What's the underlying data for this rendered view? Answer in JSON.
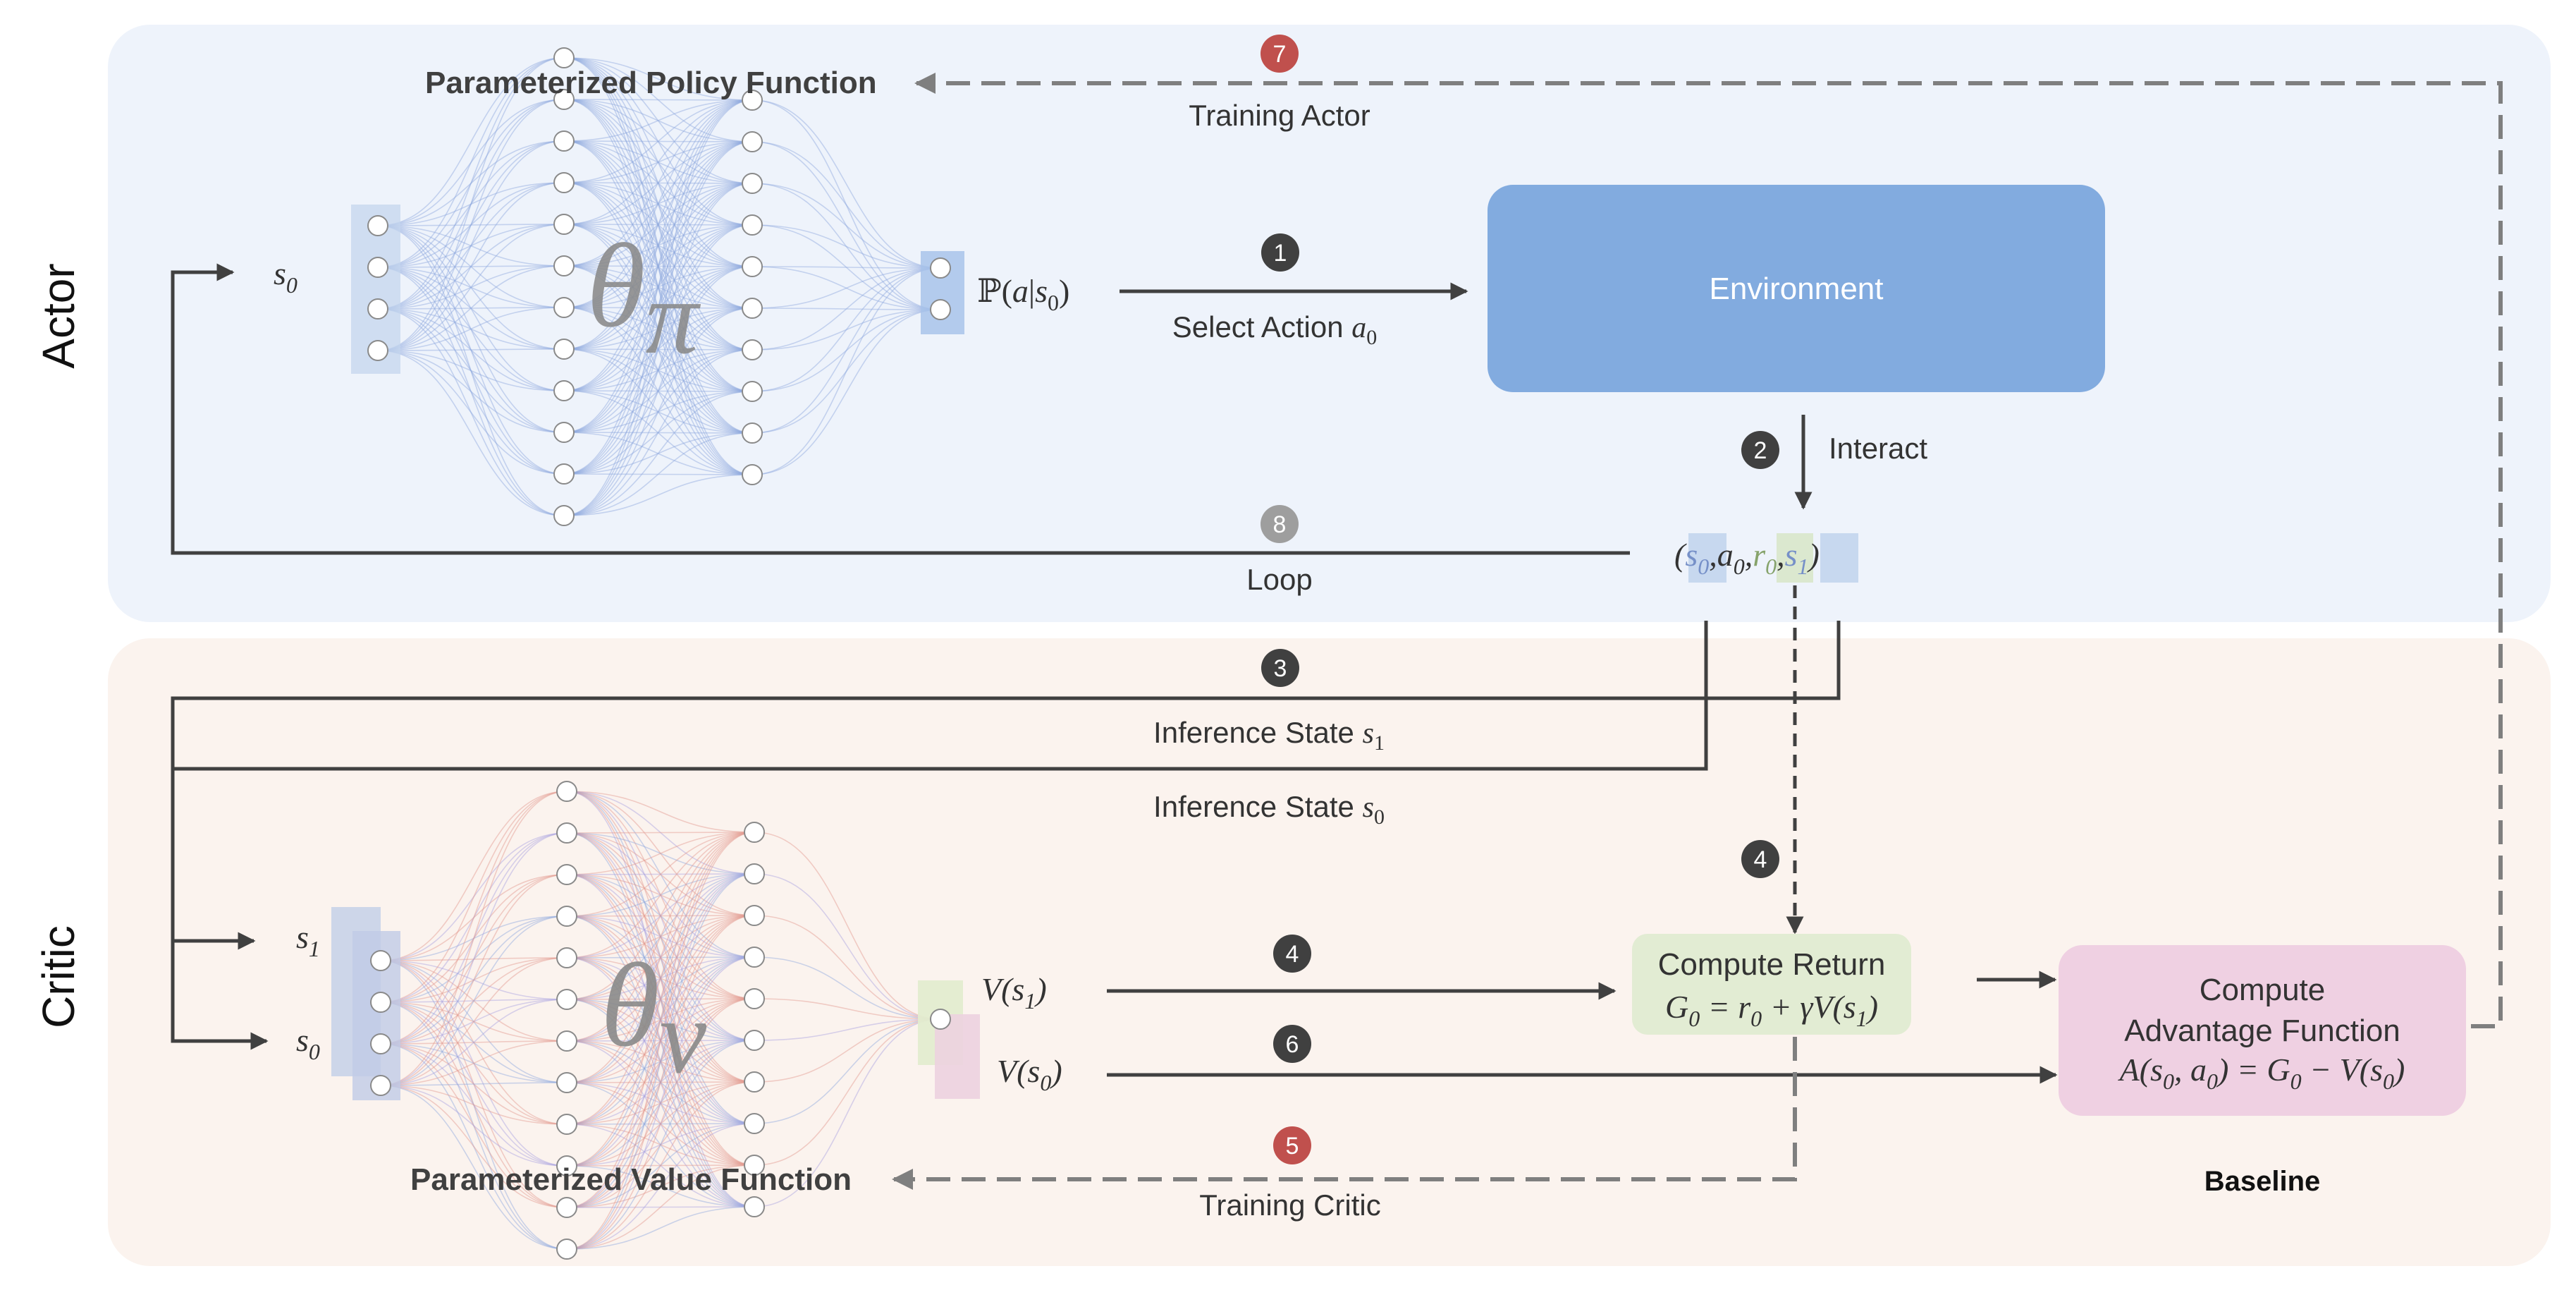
{
  "sections": {
    "actor": "Actor",
    "critic": "Critic"
  },
  "actor": {
    "policy_title": "Parameterized Policy Function",
    "theta_base": "θ",
    "theta_sub": "π",
    "input_state": {
      "base": "s",
      "sub": "0"
    },
    "output": {
      "prefix": "ℙ(",
      "a": "a",
      "bar": "|",
      "s": "s",
      "sub": "0",
      "suffix": ")"
    }
  },
  "environment": {
    "label": "Environment"
  },
  "steps": {
    "s1": {
      "num": "1",
      "label": "Select Action",
      "var": "a",
      "sub": "0"
    },
    "s2": {
      "num": "2",
      "label": "Interact"
    },
    "s3": {
      "num": "3",
      "label_top": "Inference State",
      "var_top": "s",
      "sub_top": "1",
      "label_bottom": "Inference State",
      "var_bottom": "s",
      "sub_bottom": "0"
    },
    "s4": {
      "num": "4"
    },
    "s5": {
      "num": "5",
      "label": "Training Critic"
    },
    "s6": {
      "num": "6"
    },
    "s7": {
      "num": "7",
      "label": "Training Actor"
    },
    "s8": {
      "num": "8",
      "label": "Loop"
    }
  },
  "tuple": {
    "open": "(",
    "comma": ",",
    "close": ")",
    "s0": {
      "base": "s",
      "sub": "0"
    },
    "a0": {
      "base": "a",
      "sub": "0"
    },
    "r0": {
      "base": "r",
      "sub": "0"
    },
    "s1": {
      "base": "s",
      "sub": "1"
    }
  },
  "critic": {
    "value_title": "Parameterized Value Function",
    "theta_base": "θ",
    "theta_sub": "v",
    "input_s1": {
      "base": "s",
      "sub": "1"
    },
    "input_s0": {
      "base": "s",
      "sub": "0"
    },
    "v_s1": {
      "pre": "V(",
      "s": "s",
      "sub": "1",
      "post": ")"
    },
    "v_s0": {
      "pre": "V(",
      "s": "s",
      "sub": "0",
      "post": ")"
    }
  },
  "compute_return": {
    "title": "Compute Return",
    "formula": {
      "g": "G",
      "g_sub": "0",
      "eq": " = ",
      "r": "r",
      "r_sub": "0",
      "plus": " + ",
      "gamma": "γ",
      "v": "V",
      "open": "(",
      "s": "s",
      "s_sub": "1",
      "close": ")"
    }
  },
  "advantage": {
    "title_line1": "Compute",
    "title_line2": "Advantage Function",
    "formula": {
      "a": "A",
      "open": "(",
      "s": "s",
      "s_sub": "0",
      "comma": ", ",
      "act": "a",
      "act_sub": "0",
      "close": ")",
      "eq": " = ",
      "g": "G",
      "g_sub": "0",
      "minus": " − ",
      "v": "V",
      "open2": "(",
      "s2": "s",
      "s2_sub": "0",
      "close2": ")"
    }
  },
  "baseline": "Baseline",
  "colors": {
    "actor_bg": "#eef3fb",
    "critic_bg": "#fbf3ee",
    "environment": "#82abdf",
    "compute_return": "#e2ecd3",
    "advantage": "#efd0e2",
    "badge_dark": "#404040",
    "badge_red": "#c0504d",
    "badge_gray": "#9e9e9e",
    "arrow": "#404040",
    "dashed": "#7f7f7f",
    "policy_edge": "#8fa8de",
    "value_edge_red": "#e39a8e",
    "value_edge_blue": "#a8a2e0"
  }
}
